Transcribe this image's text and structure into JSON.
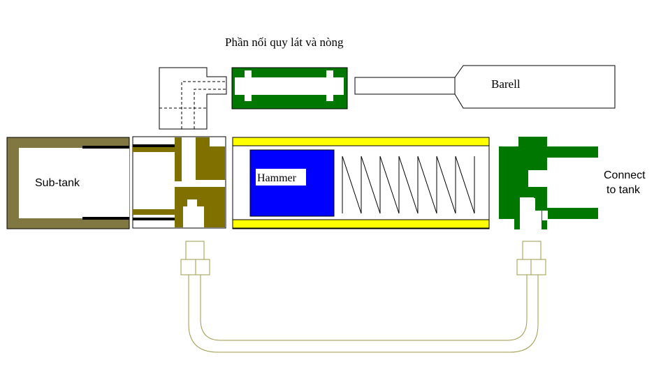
{
  "labels": {
    "title": "Phần nối quy lát và nòng",
    "barrel": "Barell",
    "subtank": "Sub-tank",
    "hammer": "Hammer",
    "connect_line1": "Connect",
    "connect_line2": "to tank"
  },
  "colors": {
    "olive": "#807840",
    "olive_dark": "#807000",
    "green": "#007800",
    "yellow": "#ffff00",
    "blue": "#0000ff",
    "hose": "#a09848",
    "black": "#000000"
  }
}
